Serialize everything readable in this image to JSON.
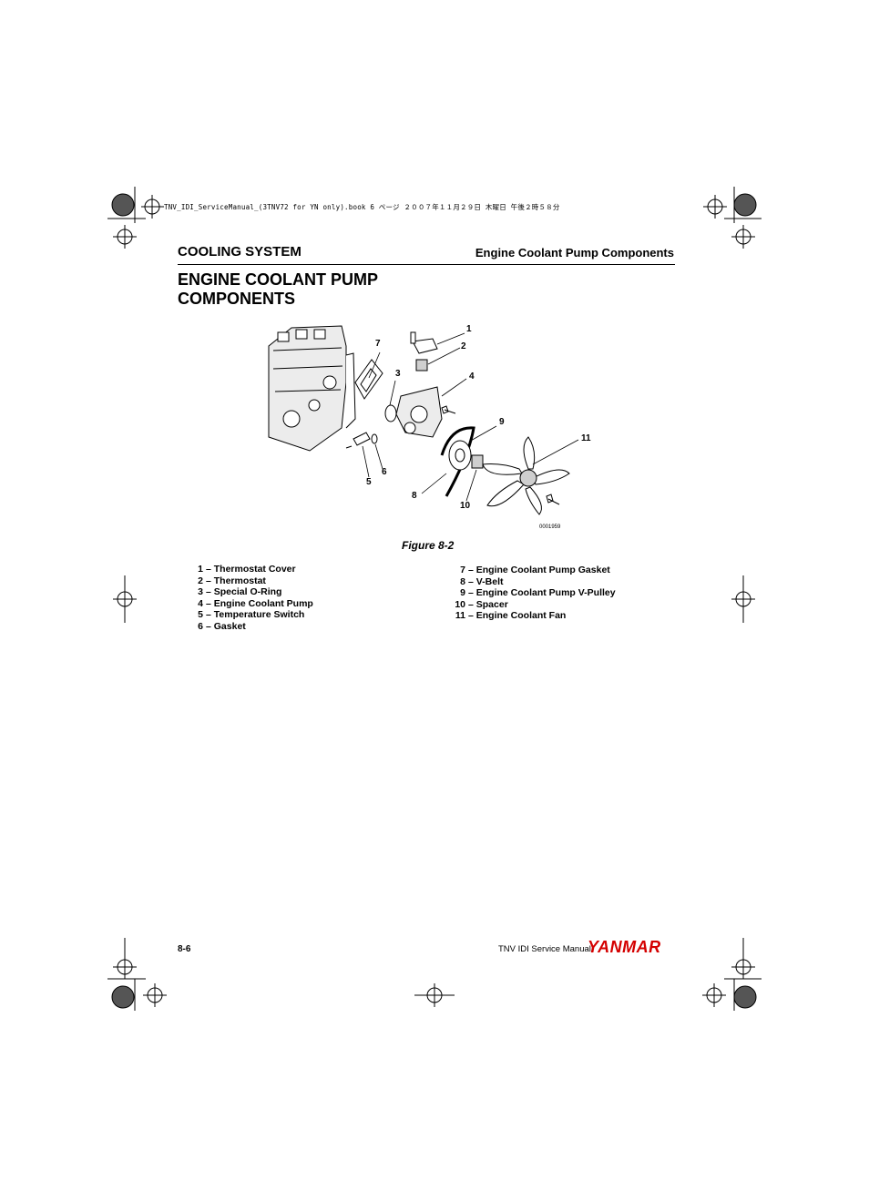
{
  "print_info": "TNV_IDI_ServiceManual_(3TNV72 for YN only).book  6 ページ  ２００７年１１月２９日  木曜日  午後２時５８分",
  "header": {
    "section": "COOLING SYSTEM",
    "subsection": "Engine Coolant Pump Components"
  },
  "title": "ENGINE COOLANT PUMP COMPONENTS",
  "figure": {
    "callouts": [
      "1",
      "2",
      "3",
      "4",
      "5",
      "6",
      "7",
      "8",
      "9",
      "10",
      "11"
    ],
    "image_code": "0001959",
    "caption": "Figure 8-2"
  },
  "legend": {
    "left": [
      {
        "num": "1",
        "label": "– Thermostat Cover"
      },
      {
        "num": "2",
        "label": "– Thermostat"
      },
      {
        "num": "3",
        "label": "– Special O-Ring"
      },
      {
        "num": "4",
        "label": "– Engine Coolant Pump"
      },
      {
        "num": "5",
        "label": "– Temperature Switch"
      },
      {
        "num": "6",
        "label": "– Gasket"
      }
    ],
    "right": [
      {
        "num": "7",
        "label": "– Engine Coolant Pump Gasket"
      },
      {
        "num": "8",
        "label": "– V-Belt"
      },
      {
        "num": "9",
        "label": "– Engine Coolant Pump V-Pulley"
      },
      {
        "num": "10",
        "label": "– Spacer"
      },
      {
        "num": "11",
        "label": "– Engine Coolant Fan"
      }
    ]
  },
  "footer": {
    "page_number": "8-6",
    "manual_name": "TNV IDI Service Manual",
    "brand": "YANMAR"
  }
}
